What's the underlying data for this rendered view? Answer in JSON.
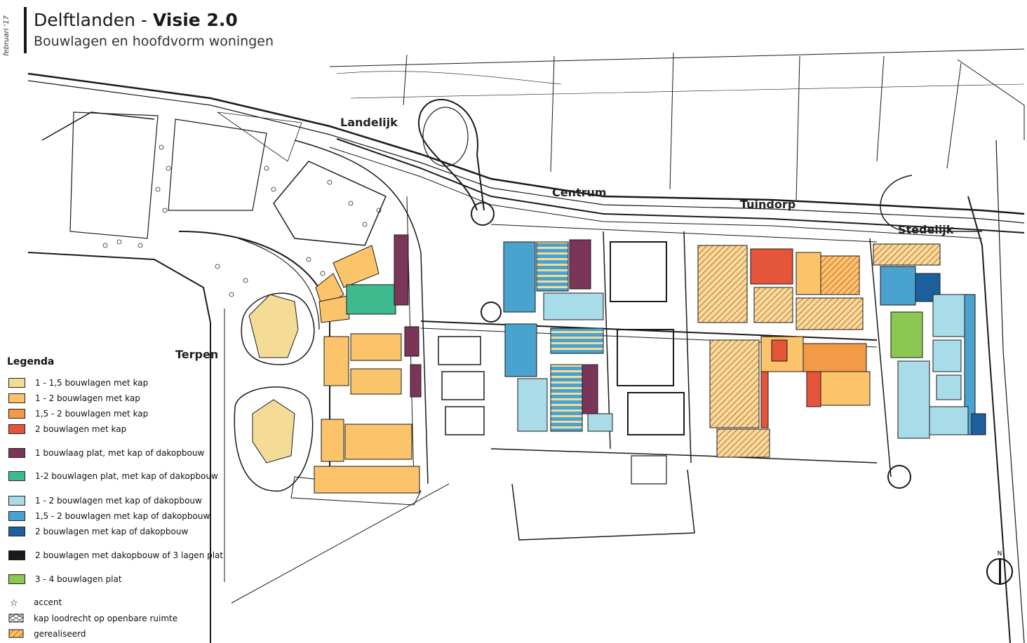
{
  "header": {
    "date": "februari '17",
    "title_part1": "Delftlanden - ",
    "title_part2": "Visie 2.0",
    "subtitle": "Bouwlagen en hoofdvorm woningen"
  },
  "districts": {
    "landelijk": "Landelijk",
    "centrum": "Centrum",
    "tuindorp": "Tuindorp",
    "stedelijk": "Stedelijk",
    "terpen": "Terpen"
  },
  "legend": {
    "title": "Legenda",
    "items": [
      {
        "label": "1 - 1,5 bouwlagen met kap",
        "color": "#f4dc96"
      },
      {
        "label": "1 - 2 bouwlagen met kap",
        "color": "#fbc46a"
      },
      {
        "label": "1,5 - 2 bouwlagen met kap",
        "color": "#f39a48"
      },
      {
        "label": "2 bouwlagen met kap",
        "color": "#e4553a"
      },
      {
        "label": "1 bouwlaag plat, met kap of dakopbouw",
        "color": "#7a3558"
      },
      {
        "label": "1-2 bouwlagen plat, met kap of dakopbouw",
        "color": "#3dbb8f"
      },
      {
        "label": "1 - 2 bouwlagen met kap of dakopbouw",
        "color": "#a9dce9"
      },
      {
        "label": "1,5 - 2 bouwlagen met kap of dakopbouw",
        "color": "#4aa3cf"
      },
      {
        "label": "2 bouwlagen met kap of dakopbouw",
        "color": "#1d5f9c"
      },
      {
        "label": "2 bouwlagen met dakopbouw of 3 lagen plat",
        "color": "#1a1a1a"
      },
      {
        "label": "3 - 4 bouwlagen plat",
        "color": "#8cc653"
      }
    ],
    "symbols": [
      {
        "label": "accent",
        "icon": "star-icon"
      },
      {
        "label": "kap loodrecht op openbare ruimte",
        "icon": "crosshatch-icon"
      },
      {
        "label": "gerealiseerd",
        "icon": "hatched-swatch-icon"
      }
    ]
  },
  "north": {
    "label": "N"
  }
}
